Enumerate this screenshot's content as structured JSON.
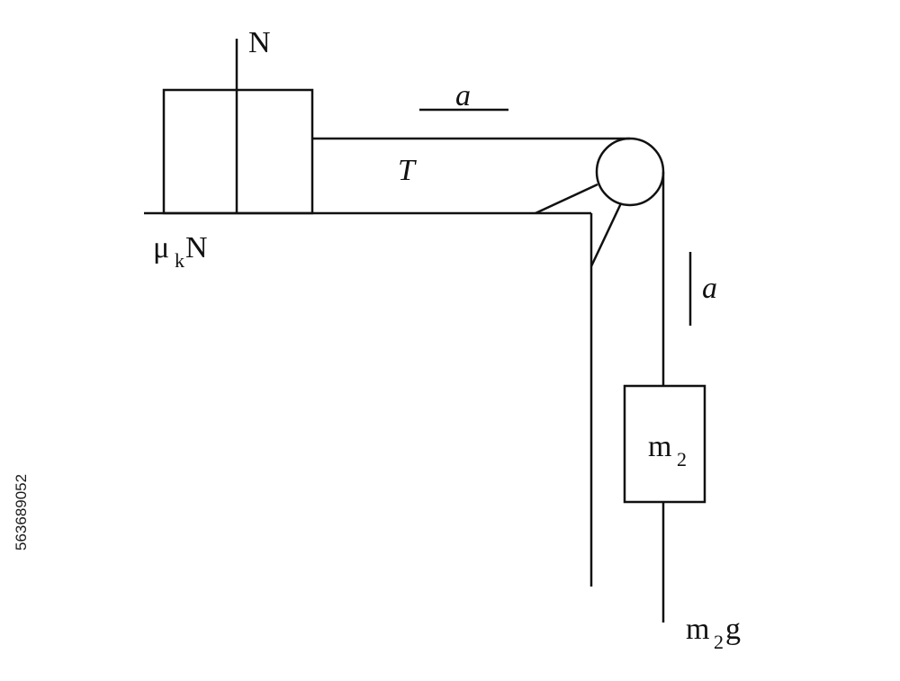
{
  "labels": {
    "normal_force": "N",
    "friction_mu": "μ",
    "friction_k": "k",
    "friction_n": "N",
    "acceleration_top": "a",
    "tension": "T",
    "acceleration_side": "a",
    "mass_m": "m",
    "mass_sub": "2",
    "weight_m": "m",
    "weight_sub": "2",
    "weight_g": "g"
  },
  "watermark_id": "563689052",
  "colors": {
    "line": "#111111",
    "background": "#ffffff"
  }
}
